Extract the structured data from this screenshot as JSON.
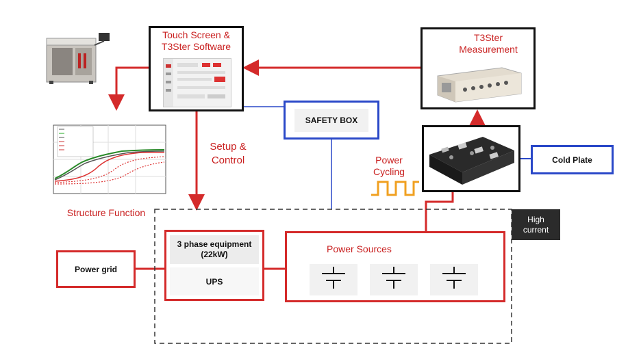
{
  "boxes": {
    "touch_screen": "Touch Screen & T3Ster Software",
    "t3ster_measurement": "T3Ster Measurement",
    "safety_box": "SAFETY BOX",
    "cold_plate": "Cold Plate",
    "high_current": "High current",
    "power_grid": "Power grid",
    "three_phase": "3 phase equipment (22kW)",
    "ups": "UPS",
    "power_sources": "Power Sources"
  },
  "labels": {
    "setup_control": "Setup & Control",
    "power_cycling": "Power Cycling",
    "structure_function": "Structure Function"
  },
  "colors": {
    "red": "#d42a2a",
    "blue": "#2a48c8",
    "black": "#111111",
    "orange": "#f0a020",
    "dark_box": "#2b2b2b"
  }
}
